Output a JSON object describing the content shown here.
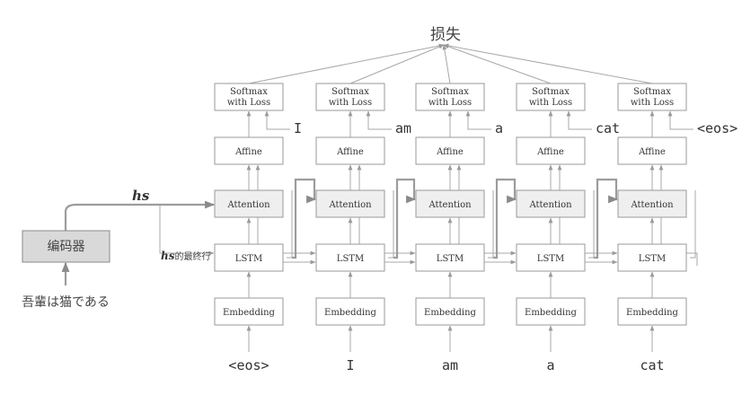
{
  "loss_label": "损失",
  "encoder_label": "编码器",
  "input_sentence": "吾輩は猫である",
  "hs_label": "hs",
  "hs_lstm_label": {
    "hs": "hs",
    "suffix": "的最终行"
  },
  "layers": {
    "softmax_line1": "Softmax",
    "softmax_line2": "with Loss",
    "affine": "Affine",
    "attention": "Attention",
    "lstm": "LSTM",
    "embedding": "Embedding"
  },
  "input_words": [
    "<eos>",
    "I",
    "am",
    "a",
    "cat"
  ],
  "target_words": [
    "I",
    "am",
    "a",
    "cat",
    "<eos>"
  ]
}
